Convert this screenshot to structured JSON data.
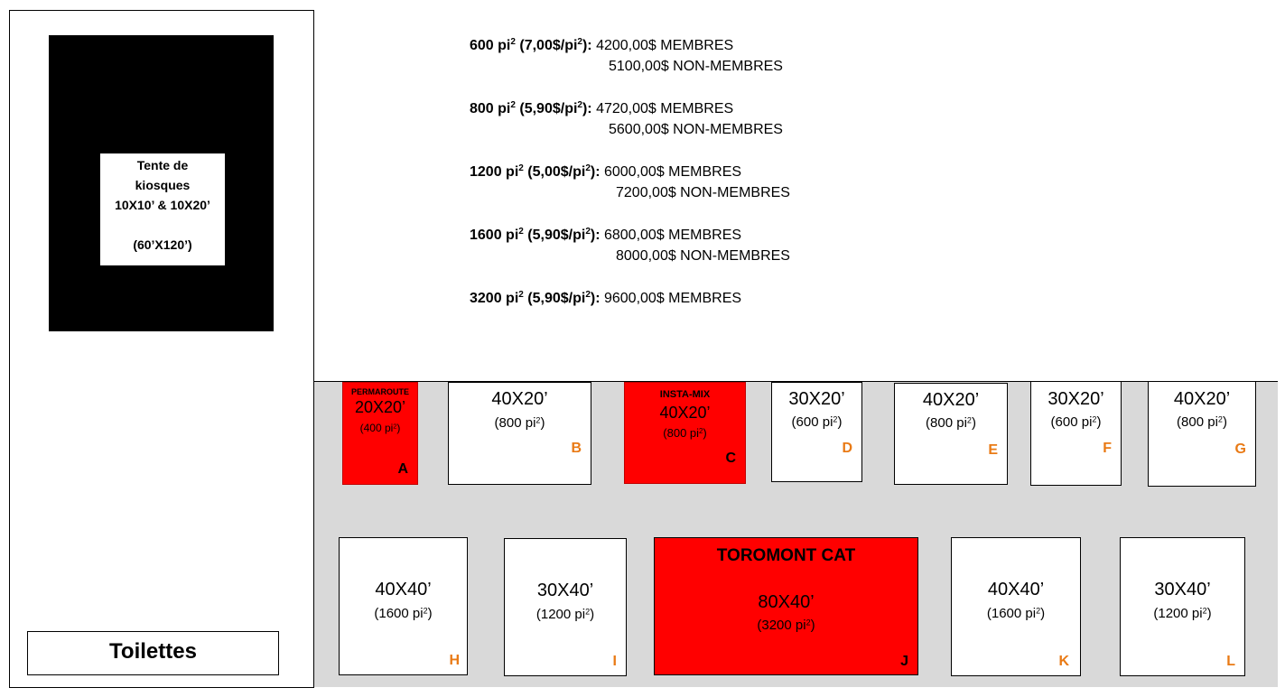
{
  "tent": {
    "label": "Tente de\nkiosques\n10X10’ & 10X20’\n\n(60’X120’)"
  },
  "toilets": {
    "label": "Toilettes"
  },
  "prices": [
    {
      "size": "600 pi",
      "rate": "(7,00$/pi",
      "line1": "4200,00$ MEMBRES",
      "line2": "5100,00$ NON-MEMBRES"
    },
    {
      "size": "800 pi",
      "rate": "(5,90$/pi",
      "line1": "4720,00$ MEMBRES",
      "line2": "5600,00$ NON-MEMBRES"
    },
    {
      "size": "1200 pi",
      "rate": "(5,00$/pi",
      "line1": "6000,00$ MEMBRES",
      "line2": "7200,00$ NON-MEMBRES"
    },
    {
      "size": "1600 pi",
      "rate": "(5,90$/pi",
      "line1": "6800,00$ MEMBRES",
      "line2": "8000,00$ NON-MEMBRES"
    },
    {
      "size": "3200 pi",
      "rate": "(5,90$/pi",
      "line1": "9600,00$ MEMBRES",
      "line2": ""
    }
  ],
  "booths": {
    "A": {
      "sponsor": "PERMAROUTE",
      "dim": "20X20’",
      "area": "(400 pi",
      "letter": "A",
      "reserved": true
    },
    "B": {
      "sponsor": "",
      "dim": "40X20’",
      "area": "(800 pi",
      "letter": "B",
      "reserved": false
    },
    "C": {
      "sponsor": "INSTA-MIX",
      "dim": "40X20’",
      "area": "(800 pi",
      "letter": "C",
      "reserved": true
    },
    "D": {
      "sponsor": "",
      "dim": "30X20’",
      "area": "(600 pi",
      "letter": "D",
      "reserved": false
    },
    "E": {
      "sponsor": "",
      "dim": "40X20’",
      "area": "(800 pi",
      "letter": "E",
      "reserved": false
    },
    "F": {
      "sponsor": "",
      "dim": "30X20’",
      "area": "(600 pi",
      "letter": "F",
      "reserved": false
    },
    "G": {
      "sponsor": "",
      "dim": "40X20’",
      "area": "(800 pi",
      "letter": "G",
      "reserved": false
    },
    "H": {
      "sponsor": "",
      "dim": "40X40’",
      "area": "(1600 pi",
      "letter": "H",
      "reserved": false
    },
    "I": {
      "sponsor": "",
      "dim": "30X40’",
      "area": "(1200 pi",
      "letter": "I",
      "reserved": false
    },
    "J": {
      "sponsor": "TOROMONT CAT",
      "dim": "80X40’",
      "area": "(3200 pi",
      "letter": "J",
      "reserved": true
    },
    "K": {
      "sponsor": "",
      "dim": "40X40’",
      "area": "(1600 pi",
      "letter": "K",
      "reserved": false
    },
    "L": {
      "sponsor": "",
      "dim": "30X40’",
      "area": "(1200 pi",
      "letter": "L",
      "reserved": false
    }
  },
  "common": {
    "sup": "2",
    "rate_close": "):",
    "area_close": ")"
  },
  "colors": {
    "reserved": "#ff0000",
    "letter": "#e97a15",
    "ground": "#d9d9d9"
  }
}
